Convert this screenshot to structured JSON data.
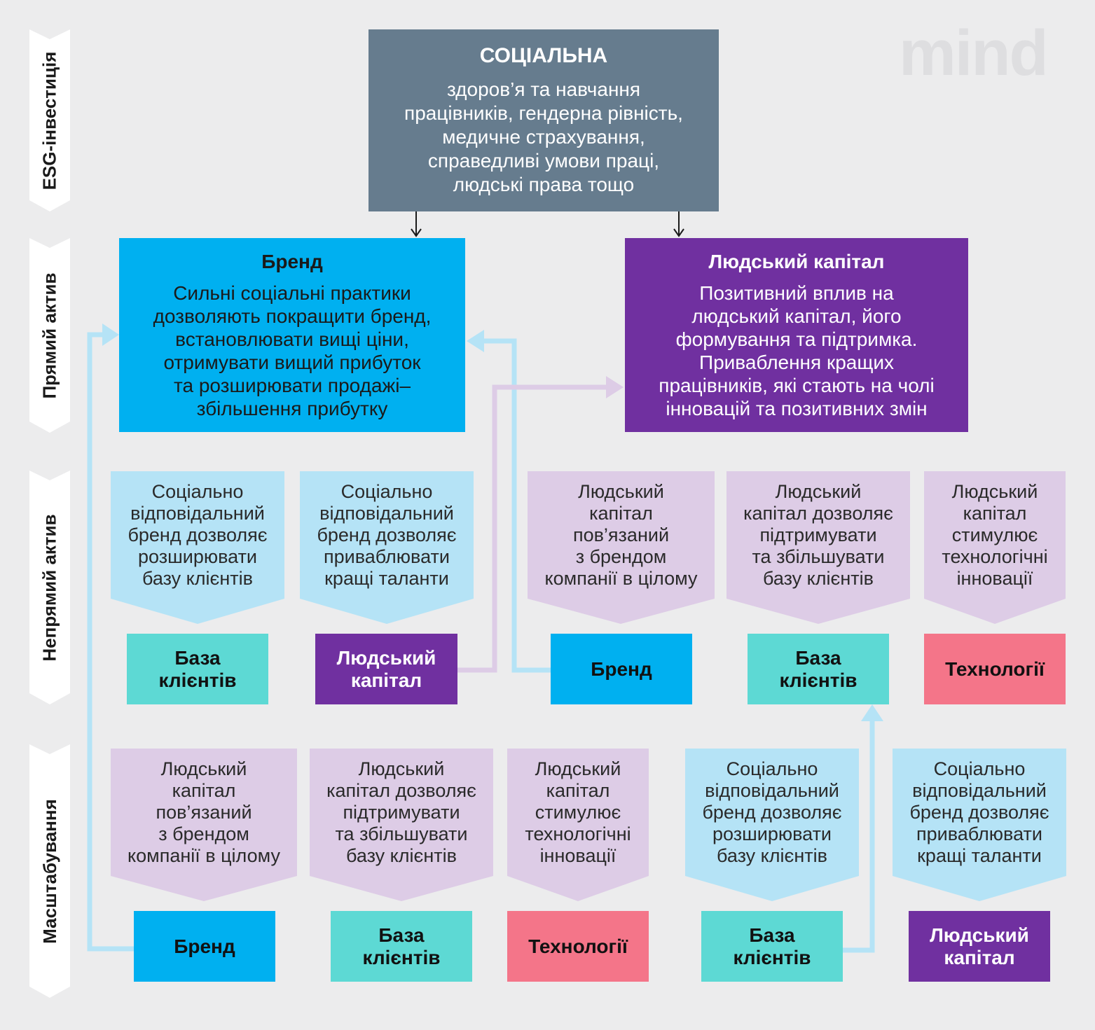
{
  "logo": "mind",
  "rows": {
    "esg": "ESG-інвестиція",
    "direct": "Прямий актив",
    "indirect": "Непрямий актив",
    "scaling": "Масштабування"
  },
  "top": {
    "title": "СОЦІАЛЬНА",
    "text": "здоров’я та навчання\nпрацівників, гендерна рівність,\nмедичне страхування,\nсправедливі умови праці,\nлюдські права тощо"
  },
  "direct": {
    "brand": {
      "title": "Бренд",
      "text": "Сильні соціальні практики\nдозволяють покращити бренд,\nвстановлювати вищі ціни,\nотримувати вищий прибуток\nта розширювати продажі–\nзбільшення прибутку"
    },
    "human_capital": {
      "title": "Людський капітал",
      "text": "Позитивний вплив на\nлюдський капітал, його\nформування та підтримка.\nПриваблення кращих\nпрацівників, які стають на чолі\nінновацій та позитивних змін"
    }
  },
  "indirect": [
    {
      "text": "Соціально\nвідповідальний\nбренд дозволяє\nрозширювати\nбазу клієнтів",
      "tag": "База\nклієнтів"
    },
    {
      "text": "Соціально\nвідповідальний\nбренд дозволяє\nприваблювати\nкращі таланти",
      "tag": "Людський\nкапітал"
    },
    {
      "text": "Людський\nкапітал\nпов’язаний\nз брендом\nкомпанії в цілому",
      "tag": "Бренд"
    },
    {
      "text": "Людський\nкапітал дозволяє\nпідтримувати\nта збільшувати\nбазу клієнтів",
      "tag": "База\nклієнтів"
    },
    {
      "text": "Людський\nкапітал\nстимулює\nтехнологічні\nінновації",
      "tag": "Технології"
    }
  ],
  "scaling": [
    {
      "text": "Людський\nкапітал\nпов’язаний\nз брендом\nкомпанії в цілому",
      "tag": "Бренд"
    },
    {
      "text": "Людський\nкапітал дозволяє\nпідтримувати\nта збільшувати\nбазу клієнтів",
      "tag": "База\nклієнтів"
    },
    {
      "text": "Людський\nкапітал\nстимулює\nтехнологічні\nінновації",
      "tag": "Технології"
    },
    {
      "text": "Соціально\nвідповідальний\nбренд дозволяє\nрозширювати\nбазу клієнтів",
      "tag": "База\nклієнтів"
    },
    {
      "text": "Соціально\nвідповідальний\nбренд дозволяє\nприваблювати\nкращі таланти",
      "tag": "Людський\nкапітал"
    }
  ],
  "colors": {
    "top": "#667c8e",
    "brand": "#00b0f0",
    "human_capital": "#7030a0",
    "client_base": "#5dd9d4",
    "technology": "#f47589",
    "light_blue": "#b5e3f6",
    "light_purple": "#ddcce6"
  }
}
